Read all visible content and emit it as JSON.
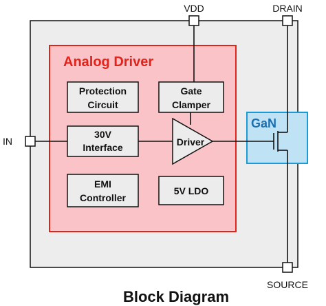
{
  "pins": {
    "vdd": "VDD",
    "drain": "DRAIN",
    "in": "IN",
    "source": "SOURCE"
  },
  "analog_driver": {
    "title": "Analog Driver",
    "blocks": {
      "protection_circuit": [
        "Protection",
        "Circuit"
      ],
      "gate_clamper": [
        "Gate",
        "Clamper"
      ],
      "interface_30v": [
        "30V",
        "Interface"
      ],
      "driver": "Driver",
      "emi_controller": [
        "EMI",
        "Controller"
      ],
      "ldo_5v": "5V LDO"
    }
  },
  "gan": {
    "label": "GaN"
  },
  "caption": "Block Diagram",
  "colors": {
    "outer_fill": "#ededed",
    "driver_fill": "#f9c3c8",
    "driver_border": "#e2231a",
    "driver_title": "#e2231a",
    "gan_fill": "#bfe3f5",
    "gan_border": "#1a9ad6",
    "gan_text": "#1a6fb0",
    "block_fill": "#ececec",
    "line": "#111111"
  }
}
